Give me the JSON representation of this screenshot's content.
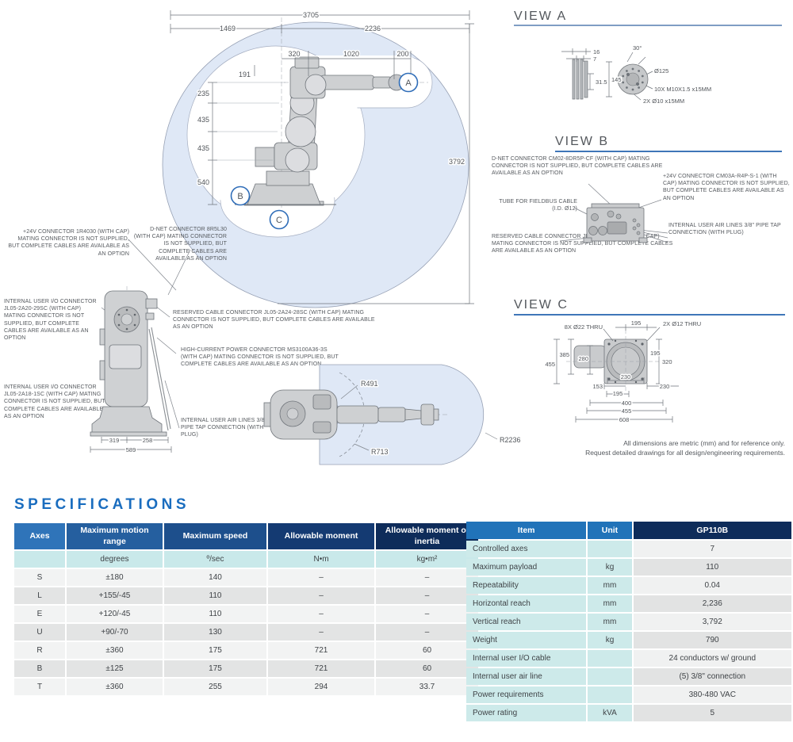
{
  "colors": {
    "accent_blue": "#1a6dbf",
    "navy": "#0e2c5a",
    "medium_blue": "#2173b9",
    "teal_light": "#c9e9ea",
    "envelope_blue": "#dfe8f6"
  },
  "views": {
    "a_title": "VIEW A",
    "b_title": "VIEW B",
    "c_title": "VIEW C"
  },
  "main_drawing": {
    "dims": {
      "d3705": "3705",
      "d1469": "1469",
      "d2236": "2236",
      "d320": "320",
      "d1020": "1020",
      "d200": "200",
      "d191": "191",
      "d235": "235",
      "d435a": "435",
      "d435b": "435",
      "d540": "540",
      "d3792": "3792"
    },
    "labels": {
      "a": "A",
      "b": "B",
      "c": "C"
    }
  },
  "rear_drawing": {
    "d319": "319",
    "d258": "258",
    "d589": "589"
  },
  "top_drawing": {
    "r491": "R491",
    "r713": "R713",
    "r2236": "R2236"
  },
  "view_a": {
    "a16": "16",
    "a7": "7",
    "a31_5": "31.5",
    "a145": "145",
    "a30": "30°",
    "a125": "Ø125",
    "note1": "10X M10X1.5 x15MM",
    "note2": "2X Ø10 x15MM"
  },
  "view_b": {
    "dnet": "D-NET CONNECTOR CM02-8DR5P-CF (WITH CAP) MATING CONNECTOR IS NOT SUPPLIED, BUT COMPLETE CABLES ARE AVAILABLE AS AN OPTION",
    "v24": "+24V CONNECTOR CM03A-R4P-S-1 (WITH CAP) MATING CONNECTOR IS NOT SUPPLIED, BUT COMPLETE CABLES ARE AVAILABLE AS AN OPTION",
    "tube": "TUBE FOR FIELDBUS CABLE (I.D. Ø12)",
    "air": "INTERNAL USER AIR LINES 3/8\" PIPE TAP CONNECTION (WITH PLUG)",
    "reserved": "RESERVED CABLE CONNECTOR JL05-2A24-28PC (WITH CAP) MATING CONNECTOR IS NOT SUPPLIED, BUT COMPLETE CABLES ARE AVAILABLE AS AN OPTION"
  },
  "view_c": {
    "c8x22": "8X Ø22 THRU",
    "c2x12": "2X Ø12 THRU",
    "t195": "195",
    "r195": "195",
    "v320": "320",
    "v385": "385",
    "v280": "280",
    "v455": "455",
    "b230": "230",
    "r230": "230",
    "b153": "153",
    "b195": "195",
    "b400": "400",
    "b455": "455",
    "b608": "608"
  },
  "annotations": {
    "v24_1r4030": "+24V CONNECTOR 1R4030 (WITH CAP) MATING CONNECTOR IS NOT SUPPLIED, BUT COMPLETE CABLES ARE AVAILABLE AS AN OPTION",
    "dnet_8r5l30": "D-NET CONNECTOR 8R5L30 (WITH CAP) MATING CONNECTOR IS NOT SUPPLIED, BUT COMPLETE CABLES ARE AVAILABLE AS AN OPTION",
    "io_29sc": "INTERNAL USER I/O CONNECTOR JL05-2A20-29SC (WITH CAP) MATING CONNECTOR IS NOT SUPPLIED, BUT COMPLETE CABLES ARE AVAILABLE AS AN OPTION",
    "reserved_28sc": "RESERVED CABLE CONNECTOR JL05-2A24-28SC (WITH CAP) MATING CONNECTOR IS NOT SUPPLIED, BUT COMPLETE CABLES ARE AVAILABLE AS AN OPTION",
    "power_ms3100": "HIGH-CURRENT POWER CONNECTOR MS3100A36-3S (WITH CAP) MATING CONNECTOR IS NOT SUPPLIED, BUT COMPLETE CABLES ARE AVAILABLE AS AN OPTION",
    "io_1sc": "INTERNAL USER I/O CONNECTOR JL05-2A18-1SC (WITH CAP) MATING CONNECTOR IS NOT SUPPLIED, BUT COMPLETE CABLES ARE AVAILABLE AS AN OPTION",
    "air_lines": "INTERNAL USER AIR LINES 3/8\" PIPE TAP CONNECTION (WITH PLUG)"
  },
  "notes": {
    "line1": "All dimensions are metric (mm) and for reference only.",
    "line2": "Request detailed drawings for all design/engineering requirements."
  },
  "specifications": {
    "title": "SPECIFICATIONS",
    "axes_table": {
      "headers": [
        "Axes",
        "Maximum motion range",
        "Maximum speed",
        "Allowable moment",
        "Allowable moment of inertia"
      ],
      "units": [
        "",
        "degrees",
        "º/sec",
        "N•m",
        "kg•m²"
      ],
      "rows": [
        {
          "axis": "S",
          "range": "±180",
          "speed": "140",
          "moment": "–",
          "inertia": "–"
        },
        {
          "axis": "L",
          "range": "+155/-45",
          "speed": "110",
          "moment": "–",
          "inertia": "–"
        },
        {
          "axis": "E",
          "range": "+120/-45",
          "speed": "110",
          "moment": "–",
          "inertia": "–"
        },
        {
          "axis": "U",
          "range": "+90/-70",
          "speed": "130",
          "moment": "–",
          "inertia": "–"
        },
        {
          "axis": "R",
          "range": "±360",
          "speed": "175",
          "moment": "721",
          "inertia": "60"
        },
        {
          "axis": "B",
          "range": "±125",
          "speed": "175",
          "moment": "721",
          "inertia": "60"
        },
        {
          "axis": "T",
          "range": "±360",
          "speed": "255",
          "moment": "294",
          "inertia": "33.7"
        }
      ]
    },
    "item_table": {
      "headers": [
        "Item",
        "Unit",
        "GP110B"
      ],
      "rows": [
        {
          "item": "Controlled axes",
          "unit": "",
          "value": "7"
        },
        {
          "item": "Maximum payload",
          "unit": "kg",
          "value": "110"
        },
        {
          "item": "Repeatability",
          "unit": "mm",
          "value": "0.04"
        },
        {
          "item": "Horizontal reach",
          "unit": "mm",
          "value": "2,236"
        },
        {
          "item": "Vertical reach",
          "unit": "mm",
          "value": "3,792"
        },
        {
          "item": "Weight",
          "unit": "kg",
          "value": "790"
        },
        {
          "item": "Internal user I/O cable",
          "unit": "",
          "value": "24 conductors w/ ground"
        },
        {
          "item": "Internal user air line",
          "unit": "",
          "value": "(5) 3/8\" connection"
        },
        {
          "item": "Power requirements",
          "unit": "",
          "value": "380-480 VAC"
        },
        {
          "item": "Power rating",
          "unit": "kVA",
          "value": "5"
        }
      ]
    }
  }
}
